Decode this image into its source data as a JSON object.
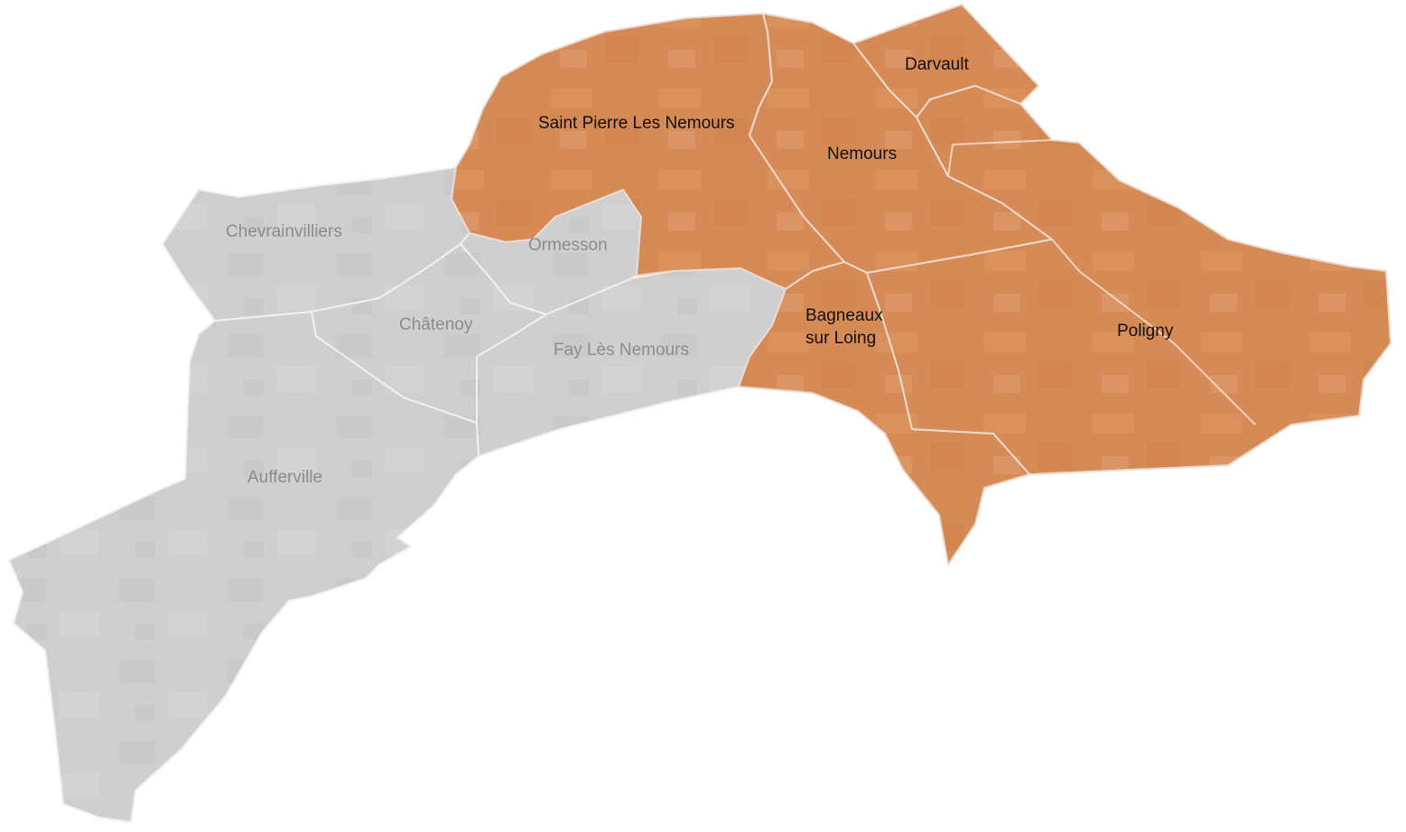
{
  "colors": {
    "highlight_fill": "#d68a55",
    "highlight_tint": "#e6a97f",
    "other_fill": "#cfcfcf",
    "other_tint": "#c2c2c2",
    "border": "#efe4dc",
    "label_highlight": "#111111",
    "label_other": "#8c8c8c"
  },
  "communes": [
    {
      "id": "saint-pierre-les-nemours",
      "name": "Saint Pierre Les Nemours",
      "highlighted": true
    },
    {
      "id": "nemours",
      "name": "Nemours",
      "highlighted": true
    },
    {
      "id": "darvault",
      "name": "Darvault",
      "highlighted": true
    },
    {
      "id": "bagneaux-sur-loing",
      "name": "Bagneaux\nsur Loing",
      "highlighted": true
    },
    {
      "id": "poligny",
      "name": "Poligny",
      "highlighted": true
    },
    {
      "id": "chevrainvilliers",
      "name": "Chevrainvilliers",
      "highlighted": false
    },
    {
      "id": "ormesson",
      "name": "Ormesson",
      "highlighted": false
    },
    {
      "id": "chatenoy",
      "name": "Châtenoy",
      "highlighted": false
    },
    {
      "id": "fay-les-nemours",
      "name": "Fay Lès Nemours",
      "highlighted": false
    },
    {
      "id": "aufferville",
      "name": "Aufferville",
      "highlighted": false
    }
  ]
}
